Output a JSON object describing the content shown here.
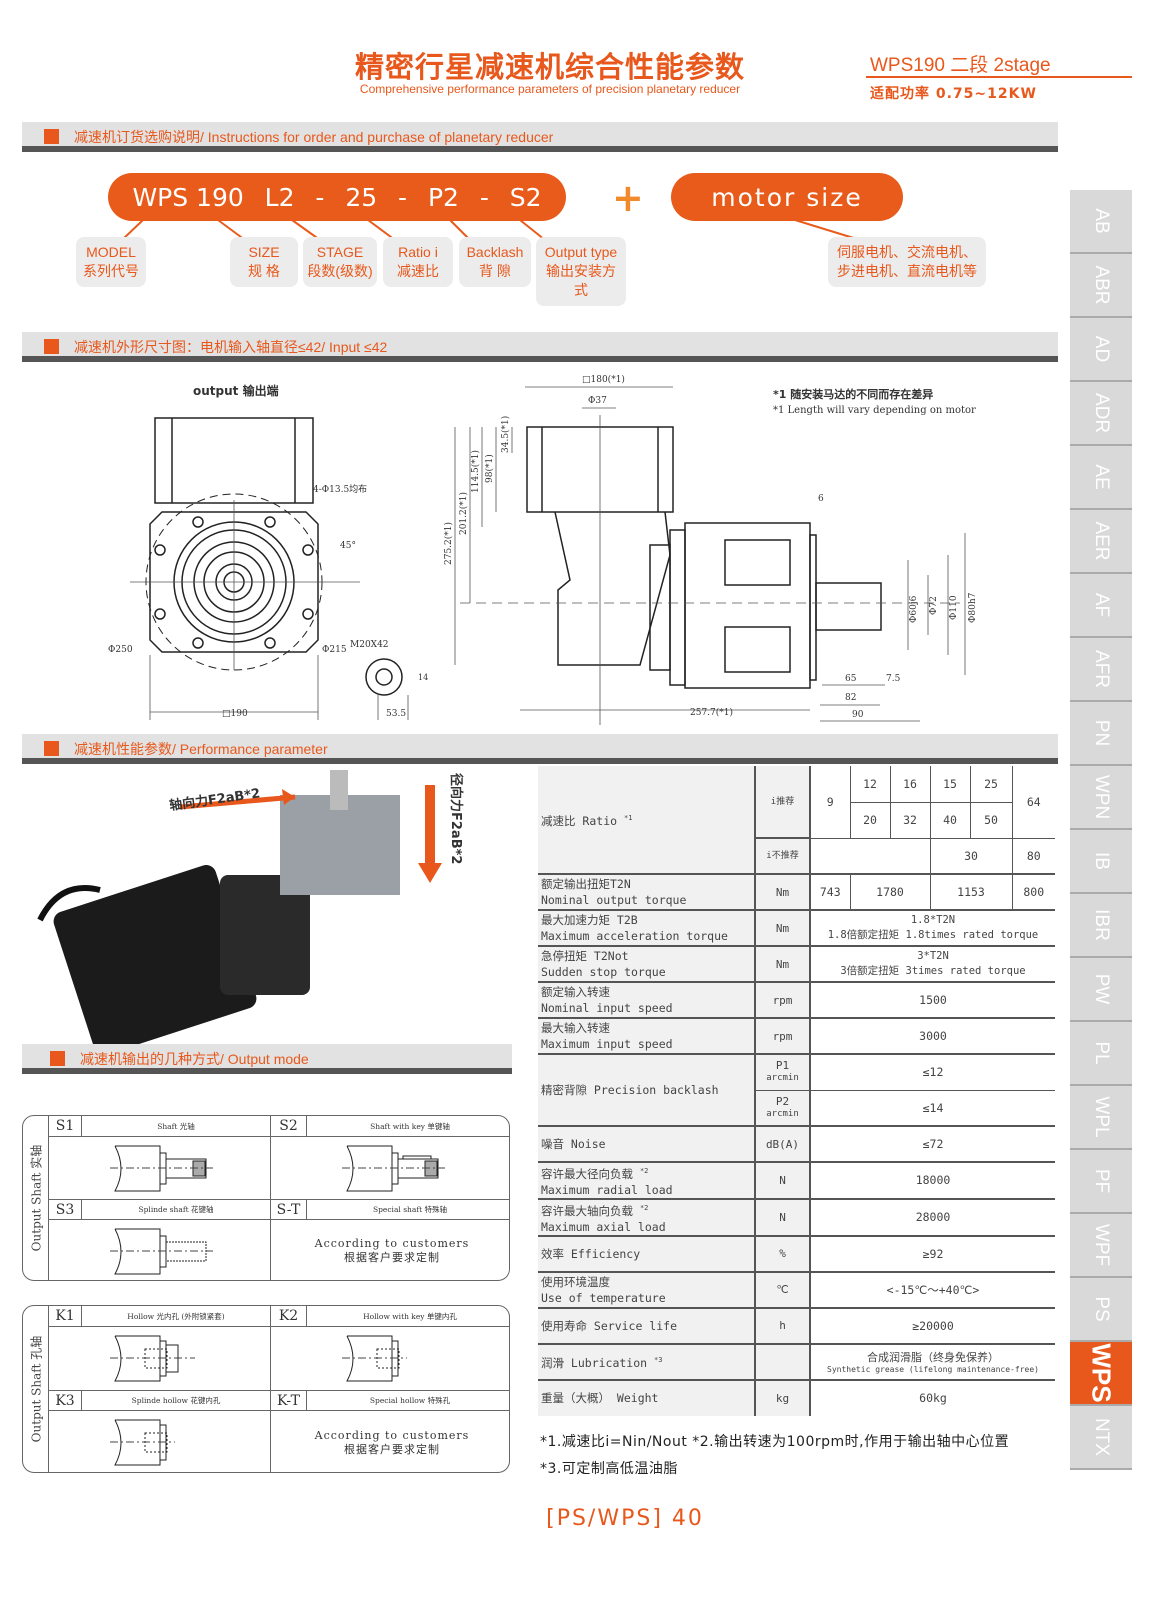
{
  "header": {
    "title": "精密行星减速机综合性能参数",
    "subtitle": "Comprehensive performance parameters of precision planetary reducer",
    "model": "WPS190 二段 2stage",
    "power": "适配功率  0.75~12KW"
  },
  "sections": {
    "order": "减速机订货选购说明/ Instructions for order and purchase of planetary reducer",
    "dimension": "减速机外形尺寸图：电机输入轴直径≤42/ Input ≤42",
    "performance": "减速机性能参数/ Performance parameter",
    "output_mode": "减速机输出的几种方式/ Output mode"
  },
  "order_code": {
    "parts": [
      "WPS 190",
      "L2",
      "-",
      "25",
      "-",
      "P2",
      "-",
      "S2"
    ],
    "plus": "+",
    "motor": "motor size",
    "labels": [
      {
        "en": "MODEL",
        "cn": "系列代号"
      },
      {
        "en": "SIZE",
        "cn": "规 格"
      },
      {
        "en": "STAGE",
        "cn": "段数(级数)"
      },
      {
        "en": "Ratio i",
        "cn": "减速比"
      },
      {
        "en": "Backlash",
        "cn": "背 隙"
      },
      {
        "en": "Output type",
        "cn": "输出安装方式"
      }
    ],
    "motor_label": {
      "l1": "伺服电机、交流电机、",
      "l2": "步进电机、直流电机等"
    }
  },
  "drawing": {
    "output_label": "output 输出端",
    "note1": "*1 随安装马达的不同而存在差异",
    "note2": "*1 Length will vary depending on motor",
    "dims": {
      "holes": "4-Φ13.5均布",
      "angle": "45°",
      "d250": "Φ250",
      "d215": "Φ215",
      "m20": "M20X42",
      "sq190": "□190",
      "w53": "53.5",
      "h14": "14",
      "sq180": "□180(*1)",
      "d37": "Φ37",
      "h34": "34.5(*1)",
      "h98": "98(*1)",
      "h114": "114.5(*1)",
      "h201": "201.2(*1)",
      "h275": "275.2(*1)",
      "l257": "257.7(*1)",
      "d80": "Φ80h7",
      "d72": "Φ72",
      "d110": "Φ110",
      "d60": "Φ60j6",
      "w6": "6",
      "l65": "65",
      "l75": "7.5",
      "l82": "82",
      "l90": "90"
    }
  },
  "photo": {
    "axial": "轴向力F2aB*2",
    "radial": "径向力F2aB*2"
  },
  "spec": {
    "ratio": {
      "name": "减速比 Ratio",
      "note": "*1",
      "rec": "i推荐",
      "notrec": "i不推荐",
      "r9": "9",
      "r12": "12",
      "r16": "16",
      "r15": "15",
      "r25": "25",
      "r64": "64",
      "r20": "20",
      "r32": "32",
      "r40": "40",
      "r50": "50",
      "r30": "30",
      "r80": "80"
    },
    "torque": {
      "cn": "额定输出扭矩T2N",
      "en": "Nominal output torque",
      "unit": "Nm",
      "v1": "743",
      "v2": "1780",
      "v3": "1153",
      "v4": "800"
    },
    "rows": [
      {
        "cn": "最大加速力矩 T2B",
        "en": "Maximum acceleration torque",
        "unit": "Nm",
        "v1": "1.8*T2N",
        "v2": "1.8倍额定扭矩 1.8times rated torque"
      },
      {
        "cn": "急停扭矩 T2Not",
        "en": "Sudden stop torque",
        "unit": "Nm",
        "v1": "3*T2N",
        "v2": "3倍额定扭矩 3times rated torque"
      },
      {
        "cn": "额定输入转速",
        "en": "Nominal input speed",
        "unit": "rpm",
        "v1": "1500"
      },
      {
        "cn": "最大输入转速",
        "en": "Maximum input speed",
        "unit": "rpm",
        "v1": "3000"
      }
    ],
    "backlash": {
      "name": "精密背隙 Precision backlash",
      "p1": "P1",
      "p2": "P2",
      "arcmin": "arcmin",
      "v1": "≤12",
      "v2": "≤14"
    },
    "rows2": [
      {
        "cn": "噪音 Noise",
        "en": "",
        "unit": "dB(A)",
        "v1": "≤72"
      },
      {
        "cn": "容许最大径向负载",
        "note": "*2",
        "en": "Maximum radial load",
        "unit": "N",
        "v1": "18000"
      },
      {
        "cn": "容许最大轴向负载",
        "note": "*2",
        "en": "Maximum axial load",
        "unit": "N",
        "v1": "28000"
      },
      {
        "cn": "效率 Efficiency",
        "en": "",
        "unit": "%",
        "v1": "≥92"
      },
      {
        "cn": "使用环境温度",
        "en": "Use of temperature",
        "unit": "℃",
        "v1": "<-15℃～+40℃>"
      },
      {
        "cn": "使用寿命 Service life",
        "en": "",
        "unit": "h",
        "v1": "≥20000"
      },
      {
        "cn": "润滑 Lubrication",
        "note": "*3",
        "en": "",
        "unit": "",
        "v1": "合成润滑脂（终身免保养）",
        "v2": "Synthetic grease (lifelong maintenance-free)"
      },
      {
        "cn": "重量（大概） Weight",
        "en": "",
        "unit": "kg",
        "v1": "60kg"
      }
    ]
  },
  "output_modes": {
    "shaft": {
      "side": "Output Shaft  实轴",
      "items": [
        {
          "code": "S1",
          "title": "Shaft 光轴"
        },
        {
          "code": "S2",
          "title": "Shaft with key 单键轴"
        },
        {
          "code": "S3",
          "title": "Splinde shaft 花键轴"
        },
        {
          "code": "S-T",
          "title": "Special shaft 特殊轴"
        }
      ],
      "cust_en": "According to customers",
      "cust_cn": "根据客户要求定制"
    },
    "hollow": {
      "side": "Output Shaft  孔轴",
      "items": [
        {
          "code": "K1",
          "title": "Hollow 光内孔 (外附锁紧套)"
        },
        {
          "code": "K2",
          "title": "Hollow with key 单键内孔"
        },
        {
          "code": "K3",
          "title": "Splinde hollow 花键内孔"
        },
        {
          "code": "K-T",
          "title": "Special hollow 特殊孔"
        }
      ],
      "cust_en": "According to customers",
      "cust_cn": "根据客户要求定制"
    }
  },
  "footnotes": {
    "f1": "*1.减速比i=Nin/Nout  *2.输出转速为100rpm时,作用于输出轴中心位置",
    "f2": "*3.可定制高低温油脂"
  },
  "page": "[PS/WPS] 40",
  "tabs": [
    "AB",
    "ABR",
    "AD",
    "ADR",
    "AE",
    "AER",
    "AF",
    "AFR",
    "PN",
    "WPN",
    "IB",
    "IBR",
    "PW",
    "PL",
    "WPL",
    "PF",
    "WPF",
    "PS",
    "WPS",
    "NTX"
  ],
  "active_tab": "WPS",
  "colors": {
    "accent": "#e8581c",
    "tab_bg": "#d9d9d9"
  }
}
